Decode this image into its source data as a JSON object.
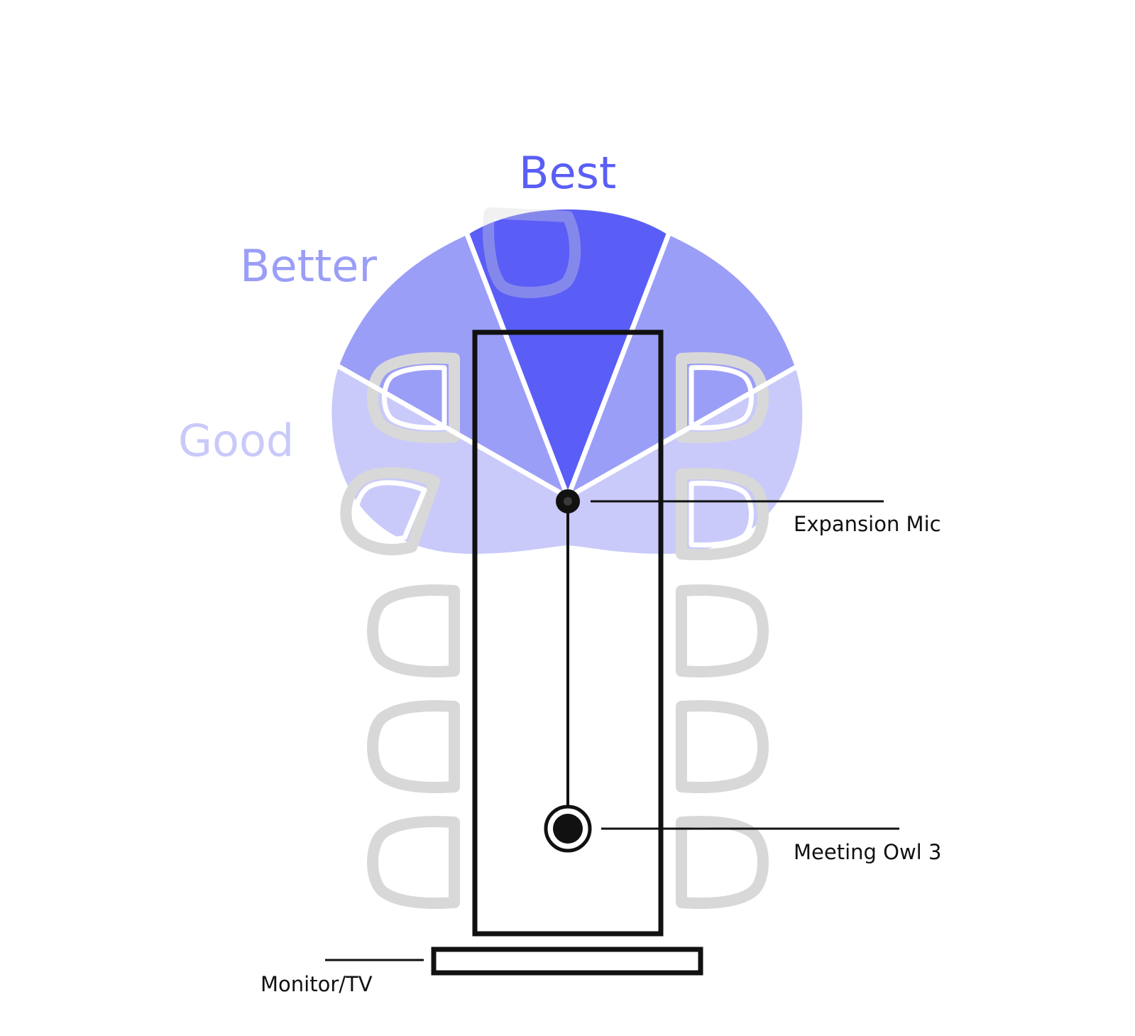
{
  "zones": {
    "best": {
      "label": "Best",
      "color": "#5a5ef6"
    },
    "better": {
      "label": "Better",
      "color": "#9b9ef7"
    },
    "good": {
      "label": "Good",
      "color": "#c9caf9"
    }
  },
  "devices": {
    "expansion_mic": {
      "label": "Expansion Mic"
    },
    "meeting_owl": {
      "label": "Meeting Owl 3"
    },
    "monitor": {
      "label": "Monitor/TV"
    }
  },
  "colors": {
    "outline": "#111111",
    "chair": "#d8d8d8",
    "separator": "#ffffff"
  }
}
